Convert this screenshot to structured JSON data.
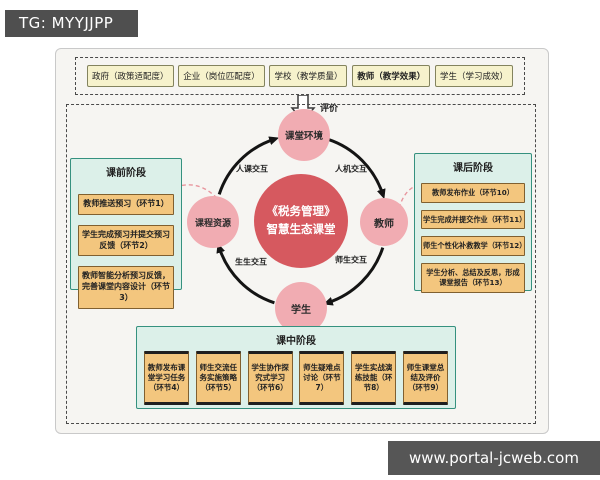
{
  "watermarks": {
    "top_left": "TG: MYYJJPP",
    "bottom_right": "www.portal-jcweb.com"
  },
  "evaluation_row": {
    "items": [
      "政府（政策适配度）",
      "企业（岗位匹配度）",
      "学校（教学质量）",
      "教师（教学效果）",
      "学生（学习成效）"
    ],
    "arrow_label": "评价"
  },
  "center": {
    "title_line1": "《税务管理》",
    "title_line2": "智慧生态课堂",
    "nodes": {
      "top": "课堂环境",
      "right": "教师",
      "bottom": "学生",
      "left": "课程资源"
    },
    "interactions": {
      "top_left": "人课交互",
      "top_right": "人机交互",
      "bottom_right": "师生交互",
      "bottom_left": "生生交互"
    }
  },
  "pre_class": {
    "title": "课前阶段",
    "items": [
      "教师推送预习（环节1）",
      "学生完成预习并提交预习反馈（环节2）",
      "教师智能分析预习反馈，完善课堂内容设计（环节3）"
    ]
  },
  "post_class": {
    "title": "课后阶段",
    "items": [
      "教师发布作业（环节10）",
      "学生完成并提交作业（环节11）",
      "师生个性化补救教学（环节12）",
      "学生分析、总结及反思，形成课堂报告（环节13）"
    ]
  },
  "in_class": {
    "title": "课中阶段",
    "items": [
      "教师发布课堂学习任务（环节4）",
      "师生交流任务实施策略（环节5）",
      "学生协作探究式学习（环节6）",
      "师生疑难点讨论（环节7）",
      "学生实战演练技能（环节8）",
      "师生课堂总结及评价（环节9）"
    ]
  },
  "colors": {
    "yellow_box": "#f6f2cc",
    "orange_box": "#f3c67e",
    "panel_bg": "#dcf0e9",
    "panel_border": "#35917f",
    "circle_pink": "#f1acb2",
    "center_red": "#d6595f",
    "bar_dark": "#515151",
    "connector_pink": "#e8969e"
  }
}
